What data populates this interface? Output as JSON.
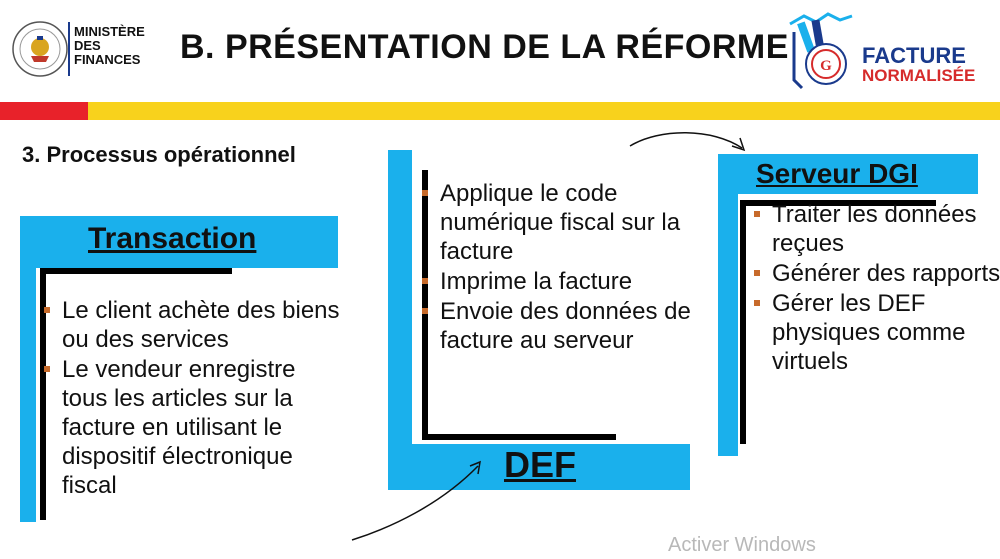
{
  "header": {
    "ministry_line1": "MINISTÈRE",
    "ministry_line2": "DES FINANCES",
    "title": "B. PRÉSENTATION DE LA RÉFORME",
    "brand_line1": "FACTURE",
    "brand_line2": "NORMALISÉE",
    "colors": {
      "stripe_red": "#e8222a",
      "stripe_yellow": "#f8d21c",
      "accent_blue": "#1ab0ec",
      "brand_blue": "#1a3a8c"
    },
    "icons": {
      "left_logo": "rdc-coat-of-arms-seal",
      "right_logo": "facture-normalisee-logo"
    }
  },
  "section_heading": "3. Processus opérationnel",
  "transaction": {
    "title": "Transaction",
    "items": [
      "Le client achète des biens ou des services",
      "Le vendeur enregistre tous les articles sur la facture en utilisant le dispositif électronique fiscal"
    ]
  },
  "def": {
    "title": "DEF",
    "items": [
      "Applique le code numérique fiscal sur la facture",
      "Imprime  la facture",
      "Envoie des données de facture au serveur"
    ]
  },
  "serveur": {
    "title": "Serveur DGI",
    "items": [
      "Traiter les données reçues",
      "Générer des rapports",
      "Gérer les DEF physiques comme virtuels"
    ]
  },
  "watermark": "Activer Windows"
}
